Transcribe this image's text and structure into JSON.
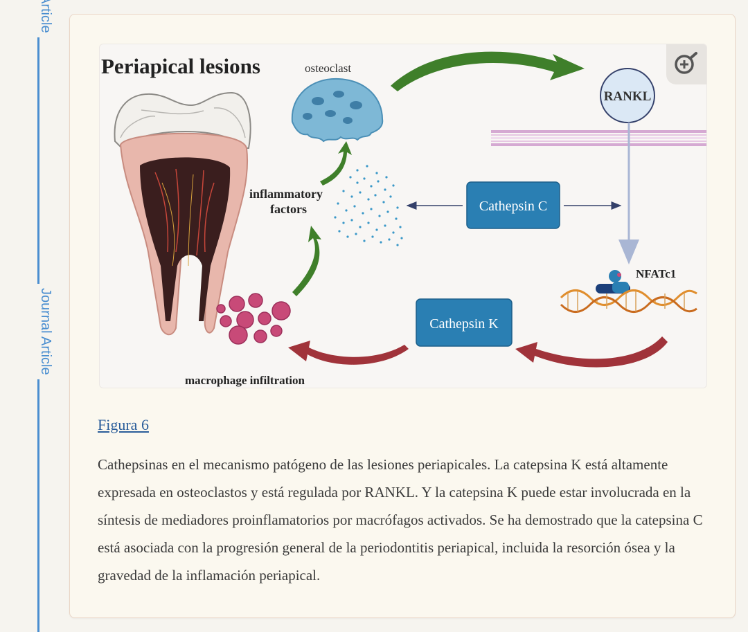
{
  "rail": {
    "top_label": "Article",
    "mid_label": "Journal Article"
  },
  "figure": {
    "title": "Periapical lesions",
    "labels": {
      "osteoclast": "osteoclast",
      "rankl": "RANKL",
      "inflammatory_line1": "inflammatory",
      "inflammatory_line2": "factors",
      "cathepsin_c": "Cathepsin C",
      "cathepsin_k": "Cathepsin K",
      "nfatc1": "NFATc1",
      "macrophage": "macrophage infiltration"
    },
    "zoom_icon": "zoom-in-icon"
  },
  "figure_link": "Figura 6",
  "caption": "Cathepsinas en el mecanismo patógeno de las lesiones periapicales. La catepsina K está altamente expresada en osteoclastos y está regulada por RANKL. Y la catepsina K puede estar involucrada en la síntesis de mediadores proinflamatorios por macrófagos activados. Se ha demostrado que la catepsina C está asociada con la progresión general de la periodontitis periapical, incluida la resorción ósea y la gravedad de la inflamación periapical.",
  "colors": {
    "accent_link": "#2a5d9a",
    "rail": "#4a8ed0",
    "cathepsin_box": "#2a7fb3",
    "green_arrow": "#3f7f2a",
    "red_arrow": "#a0333a"
  }
}
